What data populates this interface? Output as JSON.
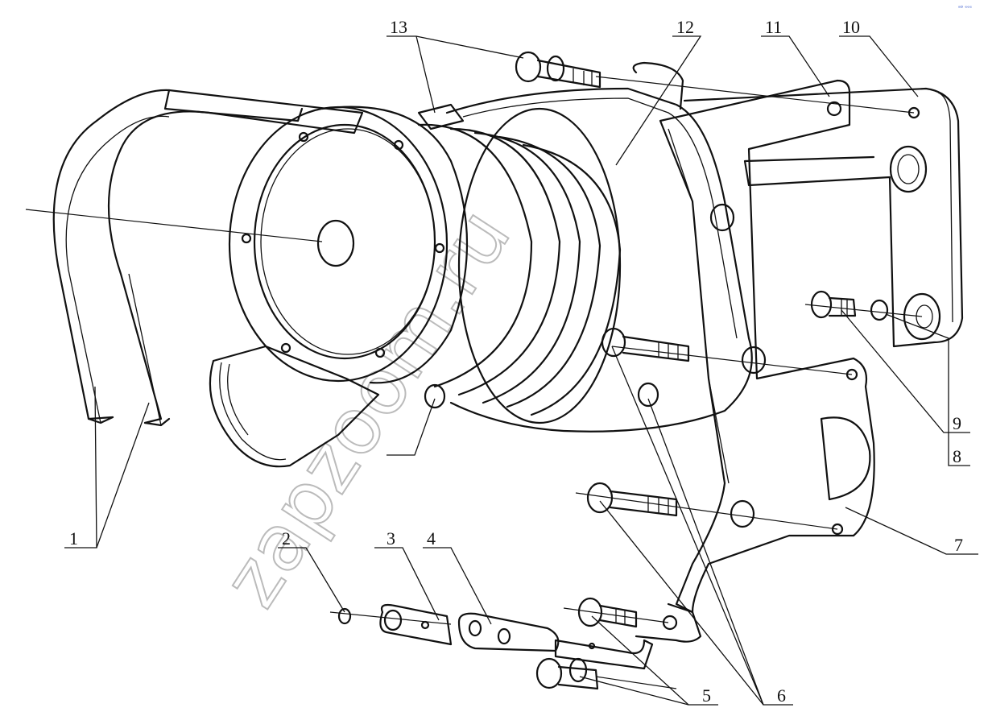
{
  "watermark": "zapzoom.ru",
  "corner_mark": "ᵃᴰ ᵉᵉᵉ",
  "callouts": [
    {
      "label": "1"
    },
    {
      "label": "2"
    },
    {
      "label": "3"
    },
    {
      "label": "4"
    },
    {
      "label": "5"
    },
    {
      "label": "6"
    },
    {
      "label": "7"
    },
    {
      "label": "8"
    },
    {
      "label": "9"
    },
    {
      "label": "10"
    },
    {
      "label": "11"
    },
    {
      "label": "12"
    },
    {
      "label": "13"
    }
  ]
}
